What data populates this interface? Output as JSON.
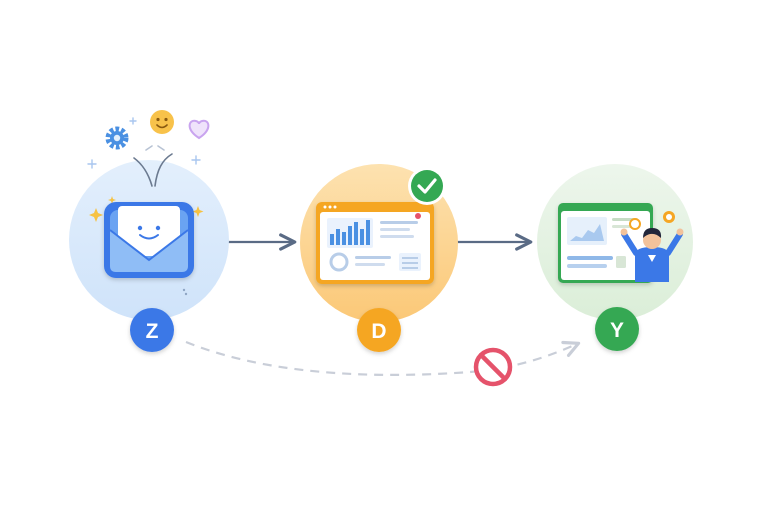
{
  "nodes": [
    {
      "id": "z",
      "label": "Z",
      "color": "#3b78e7",
      "halo": "#dbeafb",
      "icon": "mail-envelope-icon"
    },
    {
      "id": "d",
      "label": "D",
      "color": "#f5a623",
      "halo": "#fcd99a",
      "icon": "dashboard-window-icon"
    },
    {
      "id": "y",
      "label": "Y",
      "color": "#34a853",
      "halo": "#e4f2e2",
      "icon": "dashboard-person-icon"
    }
  ],
  "edges": [
    {
      "from": "z",
      "to": "d",
      "style": "solid",
      "color": "#5a6b85"
    },
    {
      "from": "d",
      "to": "y",
      "style": "solid",
      "color": "#5a6b85"
    },
    {
      "from": "z",
      "to": "y",
      "style": "dashed",
      "color": "#c9ced8",
      "blocked": true,
      "blocked_icon": "prohibited-icon",
      "blocked_color": "#e5536b"
    }
  ],
  "badges": {
    "check_color": "#34a853",
    "check_icon": "checkmark-icon"
  },
  "decorations": [
    "gear-icon",
    "smiley-icon",
    "heart-icon",
    "sparkle-icon"
  ]
}
